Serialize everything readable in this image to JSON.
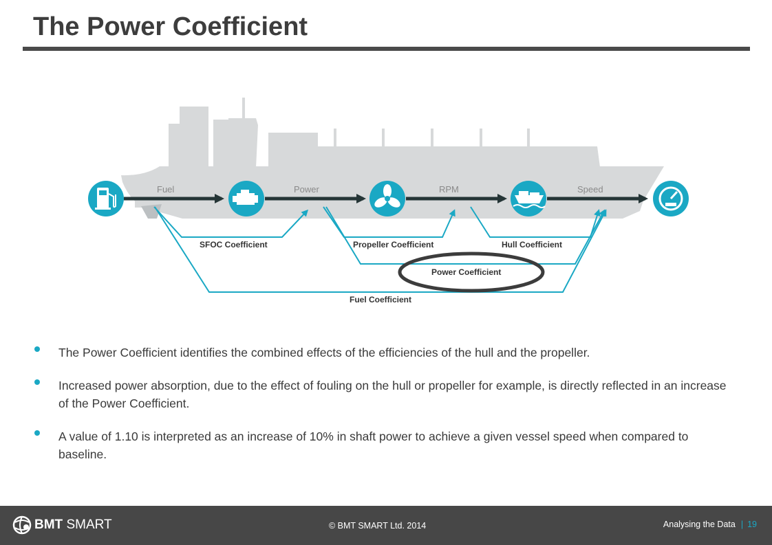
{
  "title": "The Power Coefficient",
  "diagram": {
    "flow_labels": [
      "Fuel",
      "Power",
      "RPM",
      "Speed"
    ],
    "icons": [
      "fuel-pump-icon",
      "engine-icon",
      "propeller-icon",
      "hull-icon",
      "speedometer-icon"
    ],
    "coefficients": {
      "sfoc": "SFOC Coefficient",
      "propeller": "Propeller Coefficient",
      "hull": "Hull Coefficient",
      "power": "Power Coefficient",
      "fuel": "Fuel Coefficient"
    },
    "highlighted": "Power Coefficient",
    "colors": {
      "accent": "#1aa8c4",
      "ship": "#d7d9da",
      "arrow": "#253536",
      "highlight_ring": "#3c3c3c"
    }
  },
  "bullets": [
    "The Power Coefficient identifies the combined effects of the efficiencies of the hull and the propeller.",
    "Increased power absorption, due to the effect of fouling on the hull or propeller for example, is directly reflected in an increase of the Power Coefficient.",
    "A value of 1.10 is interpreted as an increase of 10% in shaft power to achieve a given vessel speed when compared to baseline."
  ],
  "footer": {
    "logo_bold": "BMT",
    "logo_light": "SMART",
    "copyright": "© BMT SMART Ltd. 2014",
    "section": "Analysing the Data",
    "separator": "|",
    "page_number": "19"
  }
}
